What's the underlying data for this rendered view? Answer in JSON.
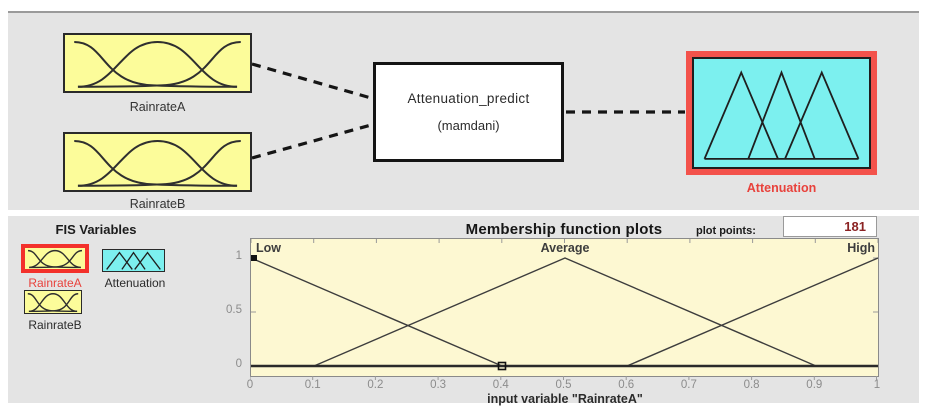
{
  "diagram": {
    "inputs": [
      {
        "label": "RainrateA"
      },
      {
        "label": "RainrateB"
      }
    ],
    "system": {
      "name": "Attenuation_predict",
      "kind": "(mamdani)"
    },
    "output": {
      "label": "Attenuation"
    }
  },
  "fis_variables": {
    "title": "FIS Variables",
    "items": [
      {
        "label": "RainrateA",
        "selected": true,
        "kind": "input"
      },
      {
        "label": "Attenuation",
        "selected": false,
        "kind": "output"
      },
      {
        "label": "RainrateB",
        "selected": false,
        "kind": "input"
      }
    ]
  },
  "plot_header": {
    "title": "Membership function plots",
    "points_label": "plot points:",
    "points_value": "181"
  },
  "chart_data": {
    "type": "line",
    "title": "Membership function plots",
    "xlabel": "input variable \"RainrateA\"",
    "ylabel": "",
    "xlim": [
      0,
      1
    ],
    "ylim": [
      0,
      1
    ],
    "grid": false,
    "legend": false,
    "plot_points": 181,
    "selected_mf": "Low",
    "x_ticks": [
      "0",
      "0.1",
      "0.2",
      "0.3",
      "0.4",
      "0.5",
      "0.6",
      "0.7",
      "0.8",
      "0.9",
      "1"
    ],
    "y_ticks": [
      "1",
      "0.5",
      "0"
    ],
    "series": [
      {
        "name": "Low",
        "points": [
          [
            0,
            1
          ],
          [
            0.4,
            0
          ]
        ]
      },
      {
        "name": "Average",
        "points": [
          [
            0.1,
            0
          ],
          [
            0.5,
            1
          ],
          [
            0.9,
            0
          ]
        ]
      },
      {
        "name": "High",
        "points": [
          [
            0.6,
            0
          ],
          [
            1,
            1
          ]
        ]
      }
    ]
  },
  "colors": {
    "panel_bg": "#e4e4e4",
    "input_fill": "#fcfc9a",
    "output_fill": "#7cf0ef",
    "selected_border": "#f3524b",
    "selected_text": "#e8423c",
    "plot_bg": "#fdf8d2",
    "points_value_text": "#8b2323"
  }
}
